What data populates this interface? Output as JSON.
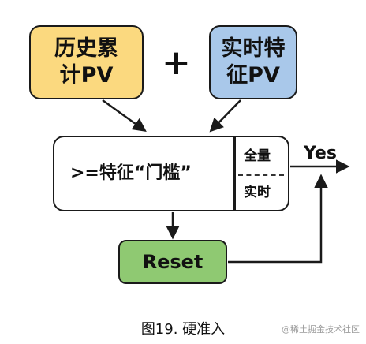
{
  "history_box": {
    "line1": "历史累",
    "line2": "计PV"
  },
  "plus_sign": "+",
  "realtime_box": {
    "line1": "实时特",
    "line2": "征PV"
  },
  "threshold_box": {
    "label": ">=特征“门槛”",
    "upper": "全量",
    "lower": "实时"
  },
  "yes_label": "Yes",
  "reset_label": "Reset",
  "caption": "图19. 硬准入",
  "watermark": "@稀土掘金技术社区",
  "colors": {
    "history": "#fbd97f",
    "realtime": "#a9c8ea",
    "reset": "#8fc972"
  }
}
